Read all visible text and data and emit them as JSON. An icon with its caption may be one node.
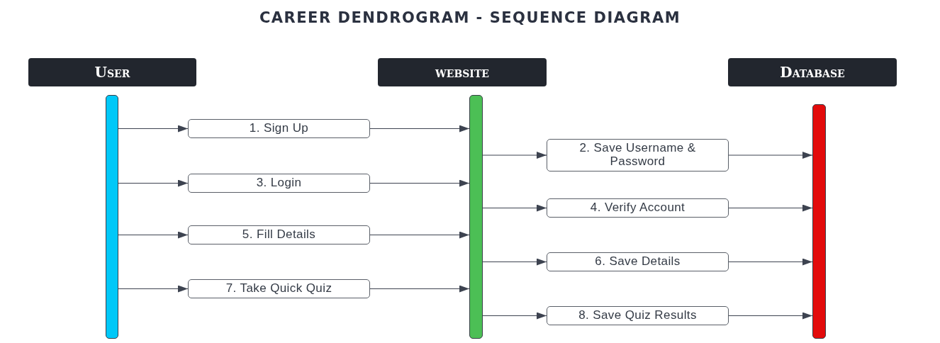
{
  "diagram": {
    "title": "CAREER DENDROGRAM - SEQUENCE DIAGRAM",
    "nodes": [
      {
        "text": [
          "User"
        ]
      },
      {
        "text": [
          "website"
        ]
      },
      {
        "text": [
          "Database"
        ]
      },
      {
        "text": [],
        "shape": "bar"
      },
      {
        "text": [],
        "shape": "bar"
      },
      {
        "text": [],
        "shape": "bar"
      },
      {
        "text": [
          "1. Sign Up"
        ]
      },
      {
        "text": [
          "2. Save Username & Password"
        ]
      },
      {
        "text": [
          "3. Login"
        ]
      },
      {
        "text": [
          "4. Verify Account"
        ]
      },
      {
        "text": [
          "5. Fill Details"
        ]
      },
      {
        "text": [
          "6. Save Details"
        ]
      },
      {
        "text": [
          "7. Take Quick Quiz"
        ]
      },
      {
        "text": [
          "8. Save Quiz Results"
        ]
      }
    ],
    "edges": [
      {
        "from": 3,
        "to": 6,
        "arrow": "to"
      },
      {
        "from": 6,
        "to": 4,
        "arrow": "to"
      },
      {
        "from": 4,
        "to": 7,
        "arrow": "to"
      },
      {
        "from": 7,
        "to": 5,
        "arrow": "to"
      },
      {
        "from": 3,
        "to": 8,
        "arrow": "to"
      },
      {
        "from": 8,
        "to": 4,
        "arrow": "to"
      },
      {
        "from": 4,
        "to": 9,
        "arrow": "to"
      },
      {
        "from": 9,
        "to": 5,
        "arrow": "to"
      },
      {
        "from": 3,
        "to": 10,
        "arrow": "to"
      },
      {
        "from": 10,
        "to": 4,
        "arrow": "to"
      },
      {
        "from": 4,
        "to": 11,
        "arrow": "to"
      },
      {
        "from": 11,
        "to": 5,
        "arrow": "to"
      },
      {
        "from": 3,
        "to": 12,
        "arrow": "to"
      },
      {
        "from": 12,
        "to": 4,
        "arrow": "to"
      },
      {
        "from": 4,
        "to": 13,
        "arrow": "to"
      },
      {
        "from": 13,
        "to": 5,
        "arrow": "to"
      }
    ]
  }
}
